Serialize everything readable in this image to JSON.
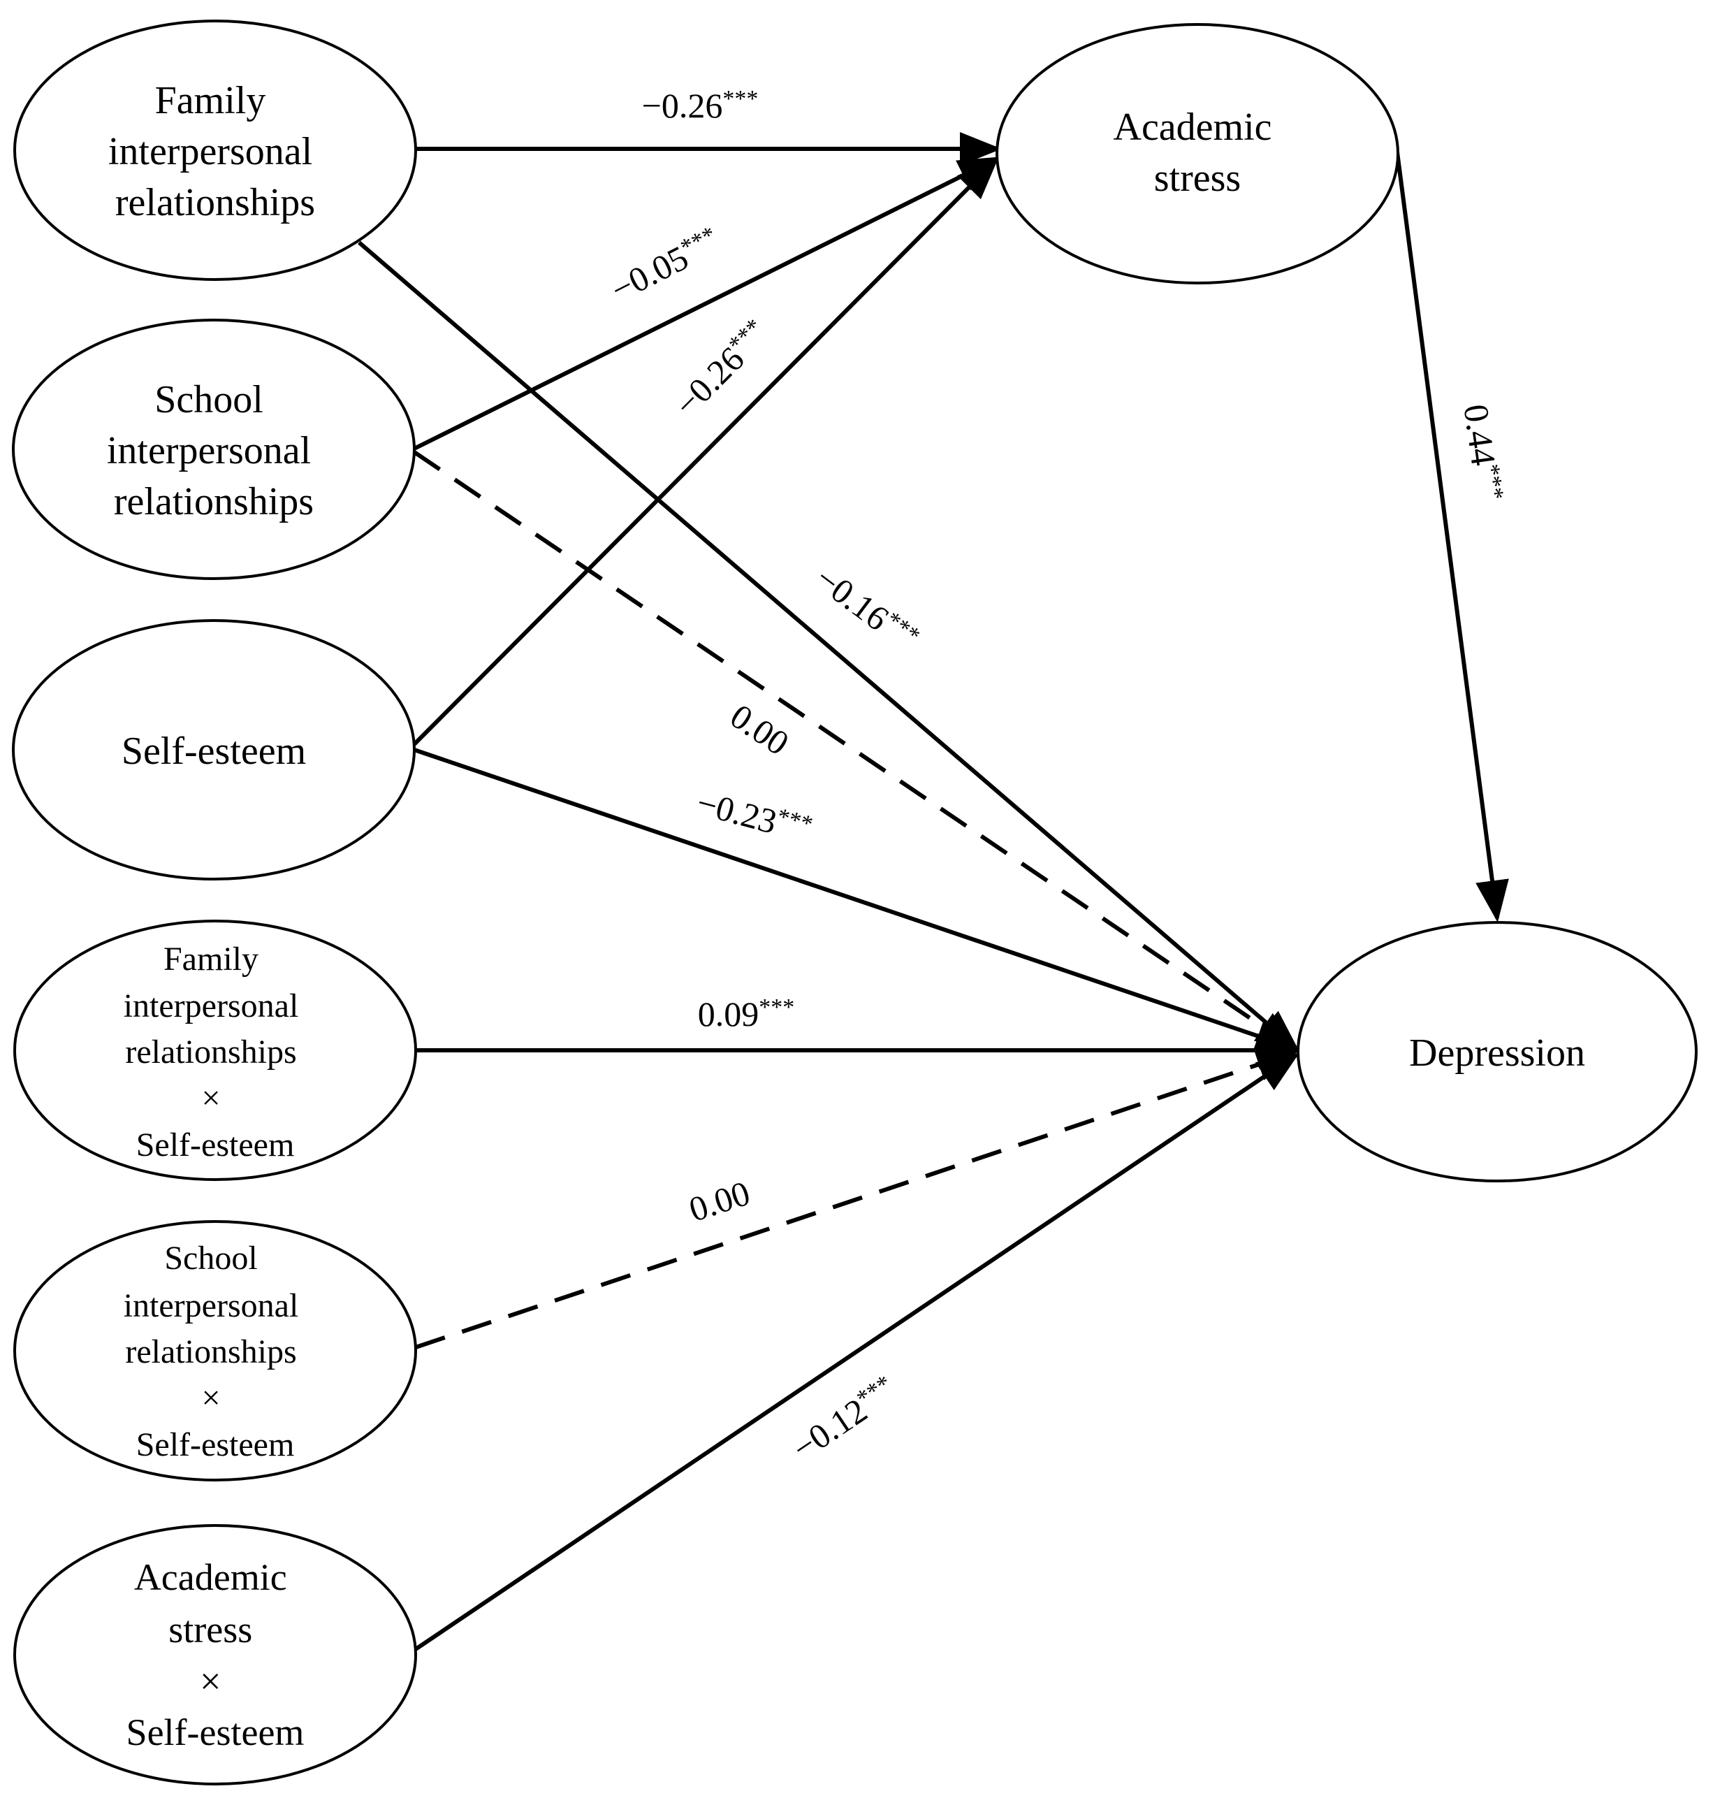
{
  "nodes": {
    "family": {
      "lines": [
        "Family",
        "interpersonal",
        "relationships"
      ]
    },
    "school": {
      "lines": [
        "School",
        "interpersonal",
        "relationships"
      ]
    },
    "selfesteem": {
      "lines": [
        "Self-esteem"
      ]
    },
    "famxse": {
      "lines": [
        "Family",
        "interpersonal",
        "relationships",
        "×",
        "Self-esteem"
      ]
    },
    "schxse": {
      "lines": [
        "School",
        "interpersonal",
        "relationships",
        "×",
        "Self-esteem"
      ]
    },
    "asxse": {
      "lines": [
        "Academic",
        "stress",
        "×",
        "Self-esteem"
      ]
    },
    "academic": {
      "lines": [
        "Academic",
        "stress"
      ]
    },
    "depression": {
      "lines": [
        "Depression"
      ]
    }
  },
  "paths": [
    {
      "id": "family-academic",
      "from": "family",
      "to": "academic",
      "coef": "−0.26",
      "stars": "***",
      "significant": true
    },
    {
      "id": "school-academic",
      "from": "school",
      "to": "academic",
      "coef": "−0.05",
      "stars": "***",
      "significant": true
    },
    {
      "id": "selfesteem-academic",
      "from": "selfesteem",
      "to": "academic",
      "coef": "−0.26",
      "stars": "***",
      "significant": true
    },
    {
      "id": "family-depression",
      "from": "family",
      "to": "depression",
      "coef": "−0.16",
      "stars": "***",
      "significant": true
    },
    {
      "id": "school-depression",
      "from": "school",
      "to": "depression",
      "coef": "0.00",
      "stars": "",
      "significant": false
    },
    {
      "id": "selfesteem-depression",
      "from": "selfesteem",
      "to": "depression",
      "coef": "−0.23",
      "stars": "***",
      "significant": true
    },
    {
      "id": "famxse-depression",
      "from": "famxse",
      "to": "depression",
      "coef": "0.09",
      "stars": "***",
      "significant": true
    },
    {
      "id": "schxse-depression",
      "from": "schxse",
      "to": "depression",
      "coef": "0.00",
      "stars": "",
      "significant": false
    },
    {
      "id": "asxse-depression",
      "from": "asxse",
      "to": "depression",
      "coef": "−0.12",
      "stars": "***",
      "significant": true
    },
    {
      "id": "academic-depression",
      "from": "academic",
      "to": "depression",
      "coef": "0.44",
      "stars": "***",
      "significant": true
    }
  ]
}
